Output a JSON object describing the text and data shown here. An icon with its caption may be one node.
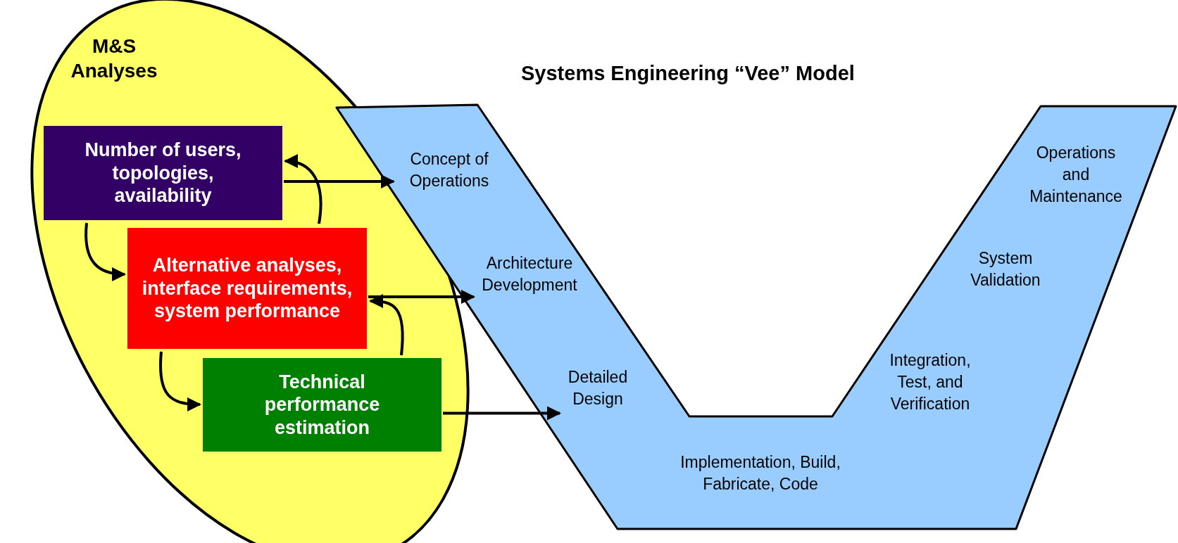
{
  "diagram": {
    "title": "Systems Engineering “Vee” Model",
    "nodes": [
      {
        "text": [
          "M&S Analyses"
        ]
      },
      {
        "text": [
          "Number of users, topologies, availability"
        ],
        "in": 0
      },
      {
        "text": [
          "Alternative analyses, interface requirements, system performance"
        ],
        "in": 0
      },
      {
        "text": [
          "Technical performance estimation"
        ],
        "in": 0
      },
      {
        "text": [],
        "shape": "band"
      },
      {
        "text": [
          "Concept of Operations"
        ],
        "in": 4
      },
      {
        "text": [
          "Architecture Development"
        ],
        "in": 4
      },
      {
        "text": [
          "Detailed Design"
        ],
        "in": 4
      },
      {
        "text": [
          "Implementation, Build, Fabricate, Code"
        ],
        "in": 4
      },
      {
        "text": [
          "Integration, Test, and Verification"
        ],
        "in": 4
      },
      {
        "text": [
          "System Validation"
        ],
        "in": 4
      },
      {
        "text": [
          "Operations and Maintenance"
        ],
        "in": 4
      }
    ],
    "edges": [
      {
        "from": 1,
        "to": 5,
        "arrow": "to"
      },
      {
        "from": 2,
        "to": 6,
        "arrow": "to"
      },
      {
        "from": 3,
        "to": 7,
        "arrow": "to"
      },
      {
        "from": 1,
        "to": 2,
        "arrow": "to"
      },
      {
        "from": 2,
        "to": 3,
        "arrow": "to"
      },
      {
        "from": 3,
        "to": 2,
        "arrow": "to"
      },
      {
        "from": 2,
        "to": 1,
        "arrow": "to"
      }
    ]
  }
}
